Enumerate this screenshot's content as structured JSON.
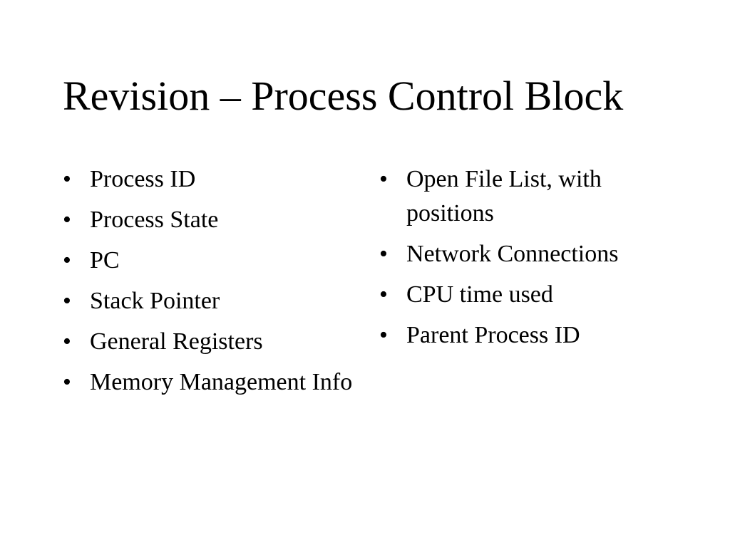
{
  "slide": {
    "title": "Revision – Process Control Block",
    "bullet_glyph": "•",
    "left_items": [
      "Process ID",
      "Process State",
      "PC",
      "Stack Pointer",
      "General Registers",
      "Memory Management Info"
    ],
    "right_items": [
      "Open File List, with positions",
      "Network Connections",
      "CPU time used",
      "Parent Process ID"
    ]
  }
}
